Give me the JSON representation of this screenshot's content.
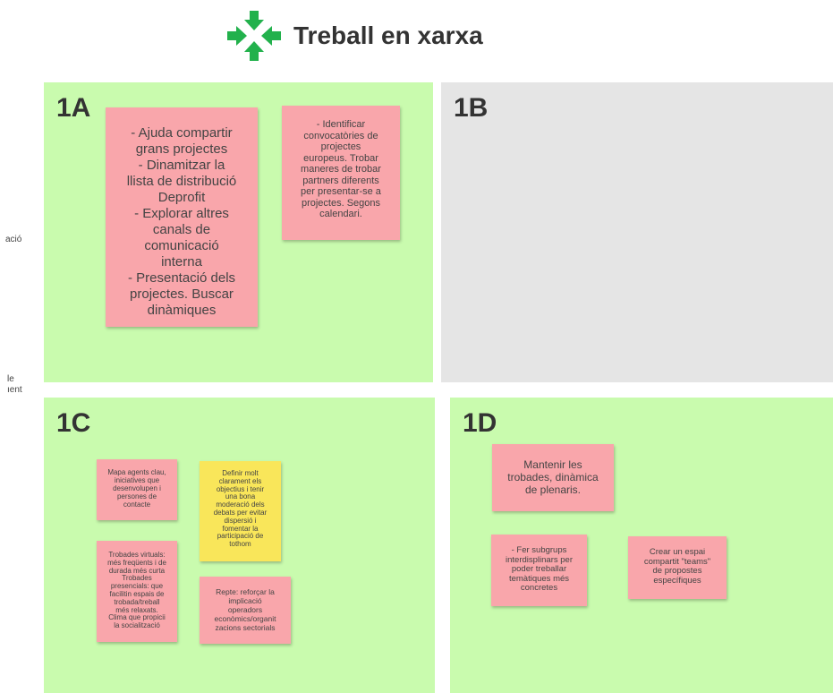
{
  "title": "Treball en xarxa",
  "title_icon": "compress-arrows-icon",
  "side_fragments": [
    "ació",
    "le",
    "ıent"
  ],
  "quadrants": {
    "1A": {
      "label": "1A",
      "color": "#c9fbae"
    },
    "1B": {
      "label": "1B",
      "color": "#e5e5e5"
    },
    "1C": {
      "label": "1C",
      "color": "#c9fbae"
    },
    "1D": {
      "label": "1D",
      "color": "#c9fbae"
    }
  },
  "notes": {
    "a1": "- Ajuda compartir\ngrans projectes\n- Dinamitzar la\nllista de distribució\nDeprofit\n- Explorar altres\ncanals de\ncomunicació\ninterna\n- Presentació dels\nprojectes. Buscar\ndinàmiques",
    "a2": "- Identificar\nconvocatòries de\nprojectes\neuropeus. Trobar\nmaneres de trobar\npartners diferents\nper presentar-se a\nprojectes. Segons\ncalendari.",
    "c1": "Mapa agents clau,\niniciatives que\ndesenvolupen i\npersones de\ncontacte",
    "c2": "Definir molt\nclarament els\nobjectius i tenir\nuna bona\nmoderació dels\ndebats per evitar\ndispersió i\nfomentar la\nparticipació de\ntothom",
    "c3": "Trobades virtuals:\nmés freqüents i de\ndurada més curta\nTrobades\npresencials: que\nfacilitin espais de\ntrobada/treball\nmés relaxats.\nClima que propicii\nla socialització",
    "c4": "Repte: reforçar la\nimplicació\noperadors\neconòmics/organit\nzacions sectorials",
    "d1": "Mantenir les\ntrobades, dinàmica\nde plenaris.",
    "d2": "- Fer subgrups\ninterdisplinars per\npoder treballar\ntemàtiques més\nconcretes",
    "d3": "Crear un espai\ncompartit \"teams\"\nde propostes\nespecífiques"
  },
  "colors": {
    "note_pink": "#f9a6ab",
    "note_yellow": "#f9e65a",
    "icon_green": "#22b14c"
  }
}
